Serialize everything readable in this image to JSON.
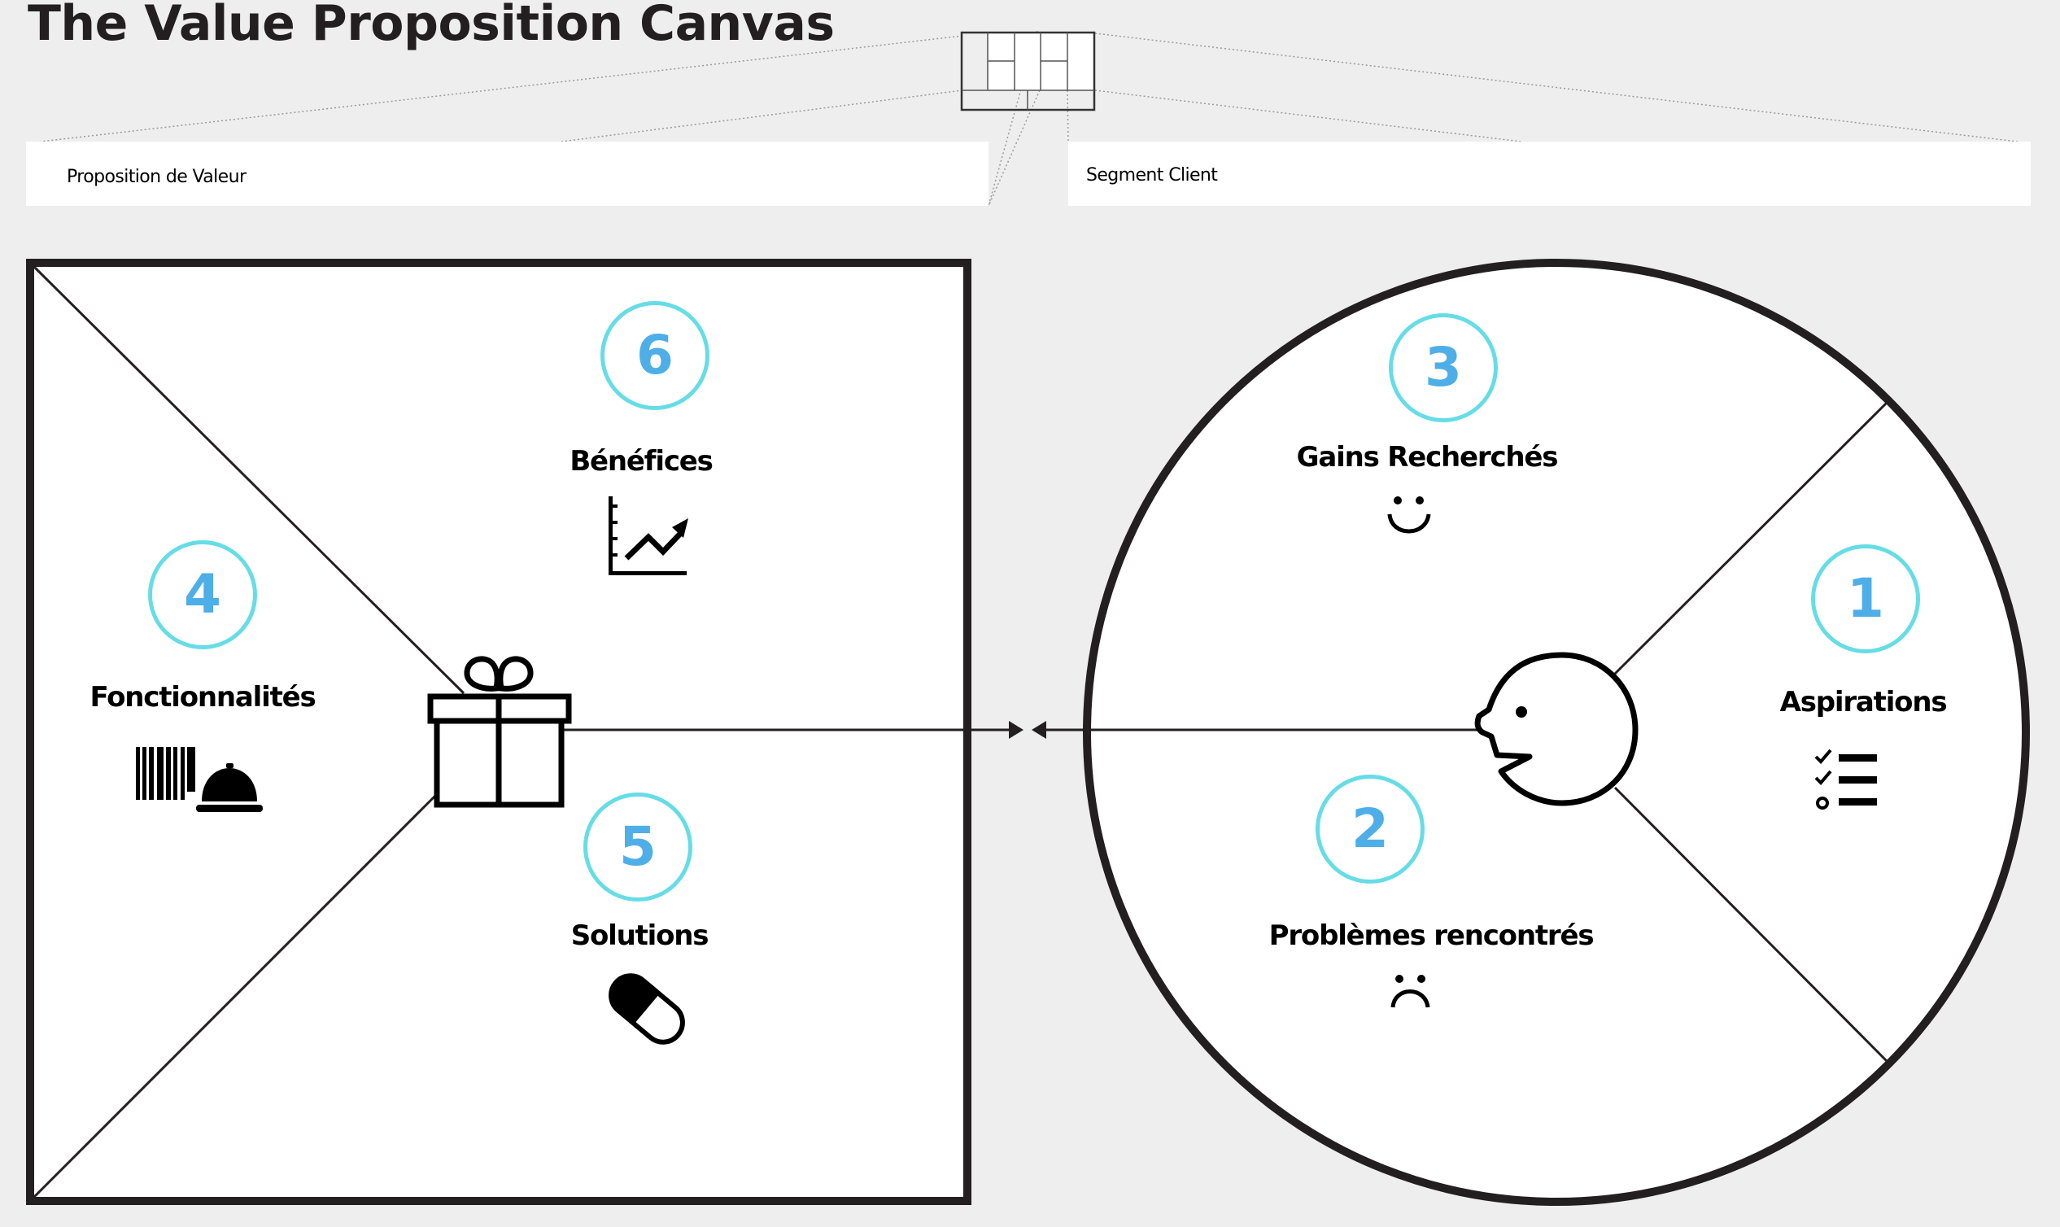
{
  "header": {
    "title": "The Value Proposition Canvas"
  },
  "sections": {
    "value_proposition": {
      "label": "Proposition de Valeur"
    },
    "customer_segment": {
      "label": "Segment Client"
    }
  },
  "value_map": {
    "blocks": [
      {
        "number": "6",
        "label": "Bénéfices",
        "icon": "rising-chart-icon"
      },
      {
        "number": "4",
        "label": "Fonctionnalités",
        "icon": "barcode-service-bell-icon"
      },
      {
        "number": "5",
        "label": "Solutions",
        "icon": "pill-capsule-icon"
      }
    ],
    "center_icon": "gift-box-icon"
  },
  "customer_profile": {
    "blocks": [
      {
        "number": "3",
        "label": "Gains Recherchés",
        "icon": "smiley-face-icon"
      },
      {
        "number": "1",
        "label": "Aspirations",
        "icon": "checklist-icon"
      },
      {
        "number": "2",
        "label": "Problèmes rencontrés",
        "icon": "sad-face-icon"
      }
    ],
    "center_icon": "customer-head-icon"
  },
  "colors": {
    "background": "#eeeeee",
    "badge_ring": "#66dde6",
    "badge_number": "#4eaee8",
    "stroke": "#231f20"
  }
}
